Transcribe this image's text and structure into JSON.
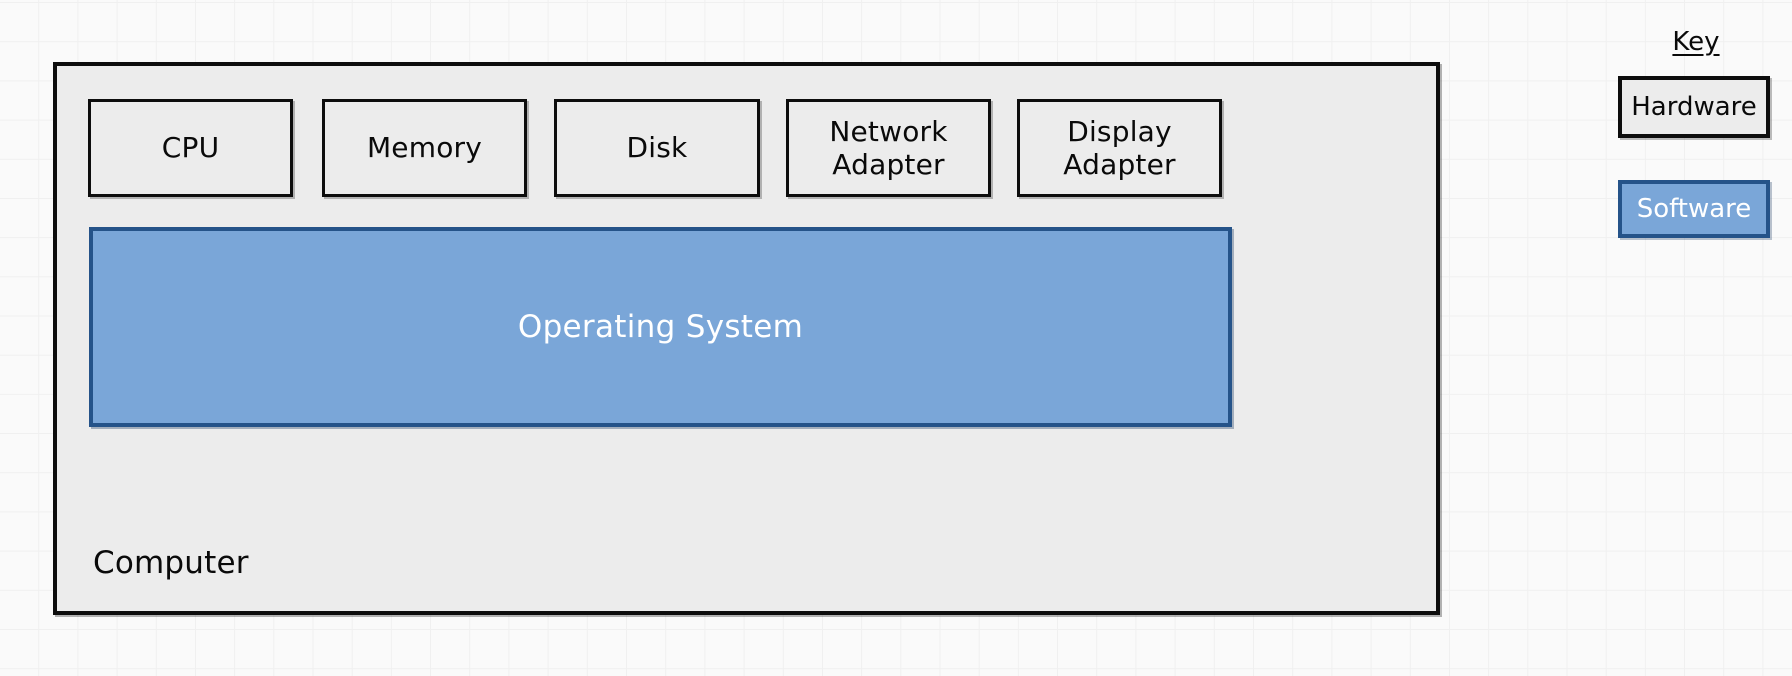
{
  "diagram": {
    "computer": {
      "label": "Computer",
      "hardware_components": [
        {
          "label": "CPU"
        },
        {
          "label": "Memory"
        },
        {
          "label": "Disk"
        },
        {
          "label": "Network\nAdapter"
        },
        {
          "label": "Display\nAdapter"
        }
      ],
      "software": {
        "label": "Operating System"
      }
    },
    "key": {
      "title": "Key",
      "items": [
        {
          "label": "Hardware",
          "type": "hardware"
        },
        {
          "label": "Software",
          "type": "software"
        }
      ]
    },
    "colors": {
      "hardware_fill": "#ececec",
      "hardware_stroke": "#0d0d0d",
      "software_fill": "#7aa6d8",
      "software_stroke": "#255389",
      "text_dark": "#0a0a0a",
      "text_light": "#ffffff",
      "canvas_background": "#fafafa",
      "grid_line": "#f0f0f0"
    }
  }
}
